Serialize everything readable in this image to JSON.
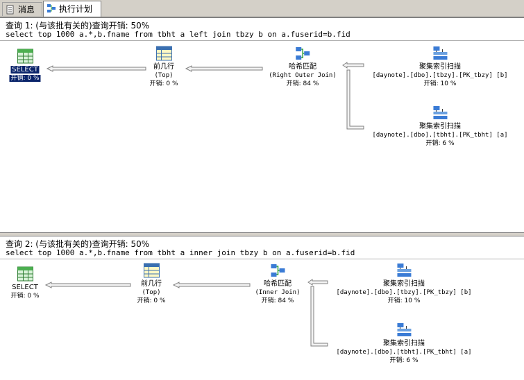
{
  "tabs": [
    {
      "label": "消息",
      "icon": "messages-icon"
    },
    {
      "label": "执行计划",
      "icon": "execution-plan-icon"
    }
  ],
  "queries": [
    {
      "header": "查询 1: (与该批有关的)查询开销: 50%",
      "sql": "select top 1000 a.*,b.fname from tbht a left join tbzy b on a.fuserid=b.fid",
      "nodes": {
        "select": {
          "name": "SELECT",
          "cost": "开销: 0 %"
        },
        "top": {
          "name": "前几行",
          "sub": "(Top)",
          "cost": "开销: 0 %"
        },
        "hash": {
          "name": "哈希匹配",
          "sub": "(Right Outer Join)",
          "cost": "开销: 84 %"
        },
        "scan1": {
          "name": "聚集索引扫描",
          "sub": "[daynote].[dbo].[tbzy].[PK_tbzy] [b]",
          "cost": "开销: 10 %"
        },
        "scan2": {
          "name": "聚集索引扫描",
          "sub": "[daynote].[dbo].[tbht].[PK_tbht] [a]",
          "cost": "开销: 6 %"
        }
      }
    },
    {
      "header": "查询 2: (与该批有关的)查询开销: 50%",
      "sql": "select top 1000 a.*,b.fname from tbht a inner join tbzy b on a.fuserid=b.fid",
      "nodes": {
        "select": {
          "name": "SELECT",
          "cost": "开销: 0 %"
        },
        "top": {
          "name": "前几行",
          "sub": "(Top)",
          "cost": "开销: 0 %"
        },
        "hash": {
          "name": "哈希匹配",
          "sub": "(Inner Join)",
          "cost": "开销: 84 %"
        },
        "scan1": {
          "name": "聚集索引扫描",
          "sub": "[daynote].[dbo].[tbzy].[PK_tbzy] [b]",
          "cost": "开销: 10 %"
        },
        "scan2": {
          "name": "聚集索引扫描",
          "sub": "[daynote].[dbo].[tbht].[PK_tbht] [a]",
          "cost": "开销: 6 %"
        }
      }
    }
  ]
}
